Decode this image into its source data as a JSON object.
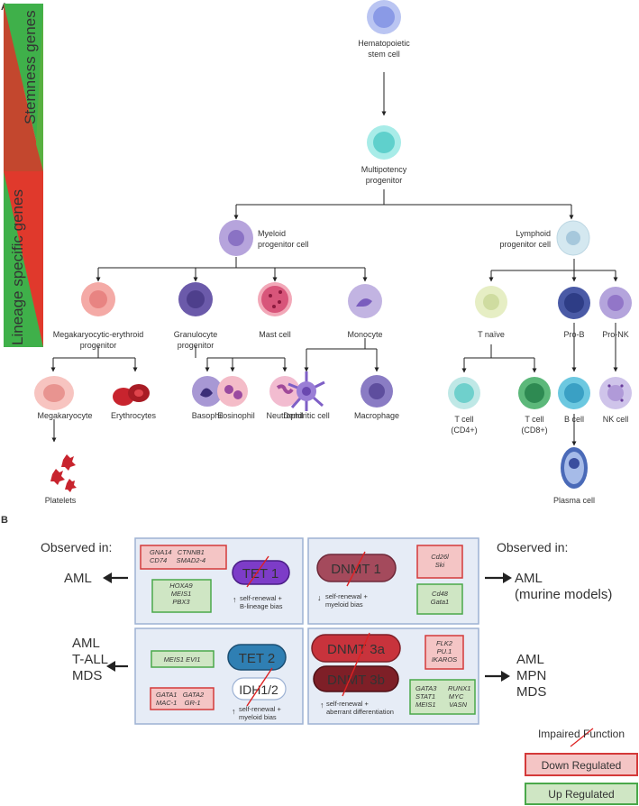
{
  "panels": {
    "a": {
      "label": "A",
      "gradient_labels": {
        "stemness": "Stemness genes",
        "lineage": "Lineage specific genes"
      },
      "cells": {
        "hsc": "Hematopoietic\nstem cell",
        "mpp": "Multipotency\nprogenitor",
        "myeloid": "Myeloid\nprogenitor cell",
        "lymphoid": "Lymphoid\nprogenitor cell",
        "mep": "Megakaryocytic-erythroid\nprogenitor",
        "gmp": "Granulocyte\nprogenitor",
        "mast": "Mast cell",
        "monocyte": "Monocyte",
        "tnaive": "T naïve",
        "prob": "Pro-B",
        "pronk": "Pro-NK",
        "megakaryocyte": "Megakaryocyte",
        "erythrocytes": "Erythrocytes",
        "basophil": "Basophil",
        "eosinophil": "Eosinophil",
        "neutrophil": "Neutrophil",
        "dendritic": "Dendritic cell",
        "macrophage": "Macrophage",
        "tcd4": "T cell\n(CD4+)",
        "tcd8": "T cell\n(CD8+)",
        "bcell": "B cell",
        "nkcell": "NK cell",
        "platelets": "Platelets",
        "plasma": "Plasma cell"
      }
    },
    "b": {
      "label": "B",
      "observed_left": "Observed in:",
      "observed_right": "Observed in:",
      "disease_tet1": "AML",
      "disease_dnmt1": "AML\n(murine models)",
      "disease_tet2": "AML\nT-ALL\nMDS",
      "disease_dnmt3": "AML\nMPN\nMDS",
      "tet1": {
        "name": "TET 1",
        "down": "GNA14   CTNNB1\nCD74     SMAD2-4",
        "up": "HOXA9\nMEIS1\nPBX3",
        "effect": "self-renewal +\nB-lineage bias"
      },
      "dnmt1": {
        "name": "DNMT 1",
        "down": "Cd26l\nSki",
        "up": "Cd48\nGata1",
        "effect": "self-renewal +\nmyeloid bias"
      },
      "tet2": {
        "name": "TET 2",
        "partner": "IDH1/2",
        "up": "MEIS1 EVI1",
        "down": "GATA1   GATA2\nMAC-1    GR-1",
        "effect": "self-renewal +\nmyeloid bias"
      },
      "dnmt3": {
        "name_a": "DNMT 3a",
        "name_b": "DNMT 3b",
        "down": "FLK2\nPU.1\nIKAROS",
        "up": "GATA3      RUNX1\nSTAT1       MYC\nMEIS1       VASN",
        "effect": "self-renewal +\naberrant differentiation"
      },
      "legend": {
        "impaired": "Impaired Function",
        "down": "Down Regulated",
        "up": "Up Regulated"
      }
    }
  },
  "colors": {
    "down_fill": "#f4c5c5",
    "down_border": "#d43a3a",
    "up_fill": "#cfe6c4",
    "up_border": "#4aa84a",
    "panel_bg": "#e6ecf6",
    "panel_border": "#9db2d4",
    "tet_purple": "#7d3cc8",
    "tet2_blue": "#2f7fb3",
    "dnmt1_red": "#a44a5c",
    "dnmt3a_red": "#c8333c",
    "dnmt3b_red": "#7e1f27"
  }
}
